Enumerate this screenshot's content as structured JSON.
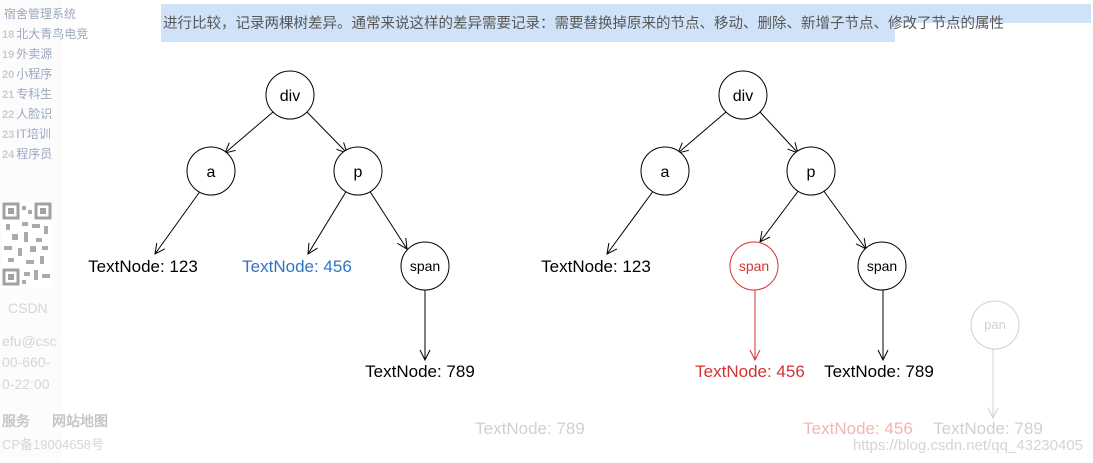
{
  "sidebar": {
    "items": [
      {
        "num": "",
        "label": "宿舍管理系统"
      },
      {
        "num": "18",
        "label": "北大青鸟电竞"
      },
      {
        "num": "19",
        "label": "外卖源"
      },
      {
        "num": "20",
        "label": "小程序"
      },
      {
        "num": "21",
        "label": "专科生"
      },
      {
        "num": "22",
        "label": "人脸识"
      },
      {
        "num": "23",
        "label": "IT培训"
      },
      {
        "num": "24",
        "label": "程序员"
      }
    ],
    "csdn": "CSDN",
    "email": "efu@csc",
    "phone": "00-660-",
    "hours": "0-22:00",
    "footer_service": "服务",
    "footer_map": "网站地图",
    "icp": "CP备19004658号"
  },
  "paragraph": {
    "line2": "进行比较，记录两棵树差异。通常来说这样的差异需要记录：需要替换掉原来的节点、移动、删除、新增子节点、修改了节点的属性"
  },
  "diagram": {
    "left_tree": {
      "root": "div",
      "a": "a",
      "p": "p",
      "span": "span",
      "text1": "TextNode: 123",
      "text2": "TextNode: 456",
      "text3": "TextNode: 789"
    },
    "right_tree": {
      "root": "div",
      "a": "a",
      "p": "p",
      "new_span": "span",
      "span": "span",
      "text1": "TextNode: 123",
      "text2": "TextNode: 456",
      "text3": "TextNode: 789"
    },
    "ghost": {
      "span": "pan",
      "text_left": "TextNode: 789",
      "text_red": "TextNode: 456",
      "text_right": "TextNode: 789"
    },
    "colors": {
      "stroke": "#000000",
      "highlight_blue": "#2e74c6",
      "changed_red": "#d33333",
      "ghost": "#d0d0d0",
      "ghost_red": "#f0b5b5"
    }
  },
  "watermark": "https://blog.csdn.net/qq_43230405"
}
